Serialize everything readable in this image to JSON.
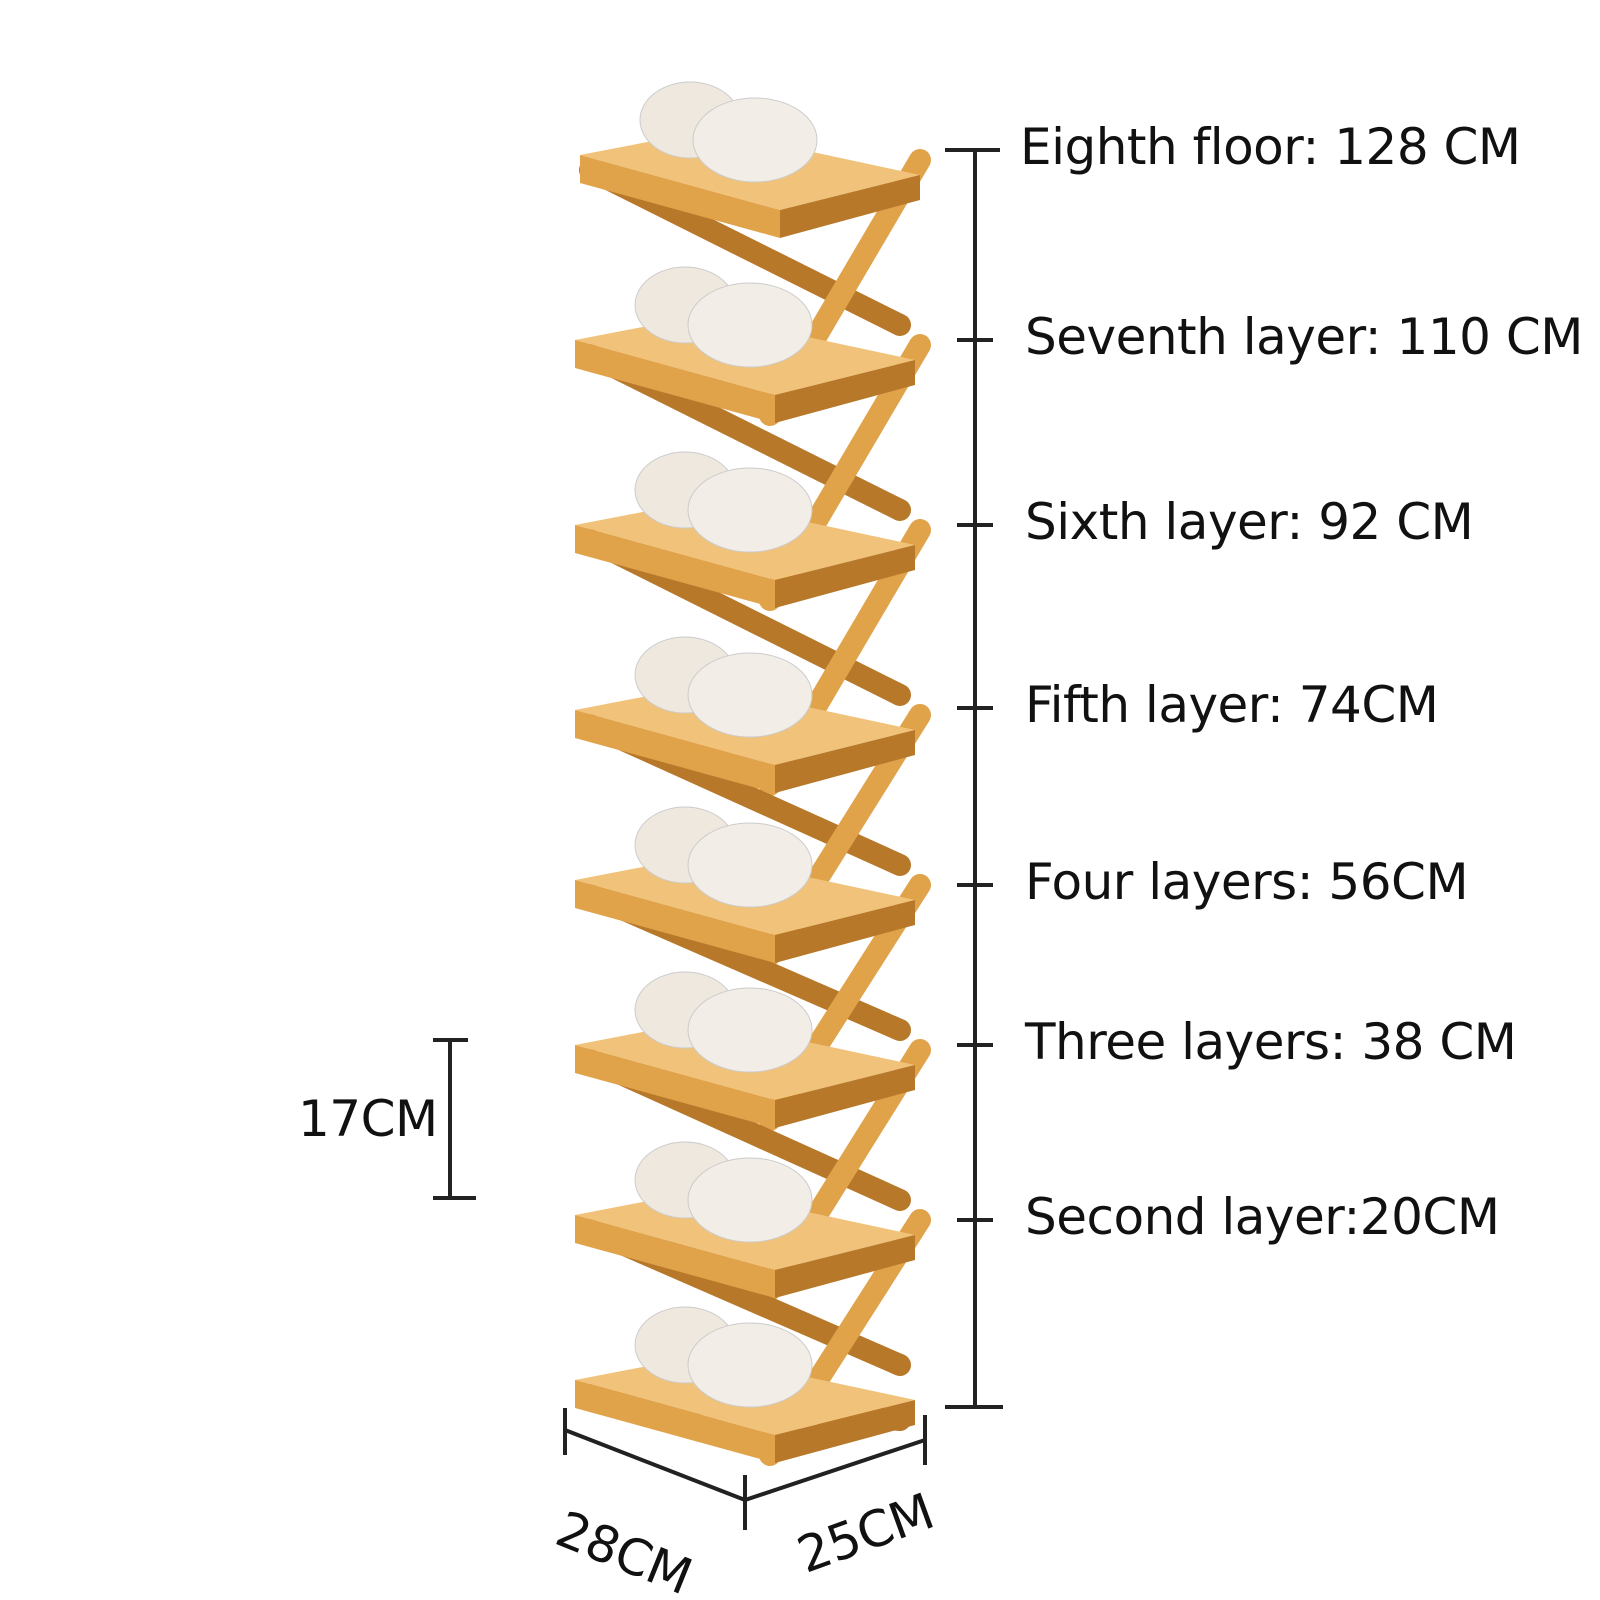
{
  "colors": {
    "wood": "#e0a34a",
    "wood_dark": "#b8782a",
    "wood_light": "#f0c27a",
    "line": "#222222"
  },
  "layers": [
    {
      "label": "Eighth floor:  128 CM"
    },
    {
      "label": "Seventh layer: 110 CM"
    },
    {
      "label": "Sixth layer:  92   CM"
    },
    {
      "label": "Fifth layer: 74CM"
    },
    {
      "label": "Four layers: 56CM"
    },
    {
      "label": "Three layers:  38 CM"
    },
    {
      "label": "Second layer:20CM"
    }
  ],
  "spacing_label": "17CM",
  "width_label": "28CM",
  "depth_label": "25CM"
}
